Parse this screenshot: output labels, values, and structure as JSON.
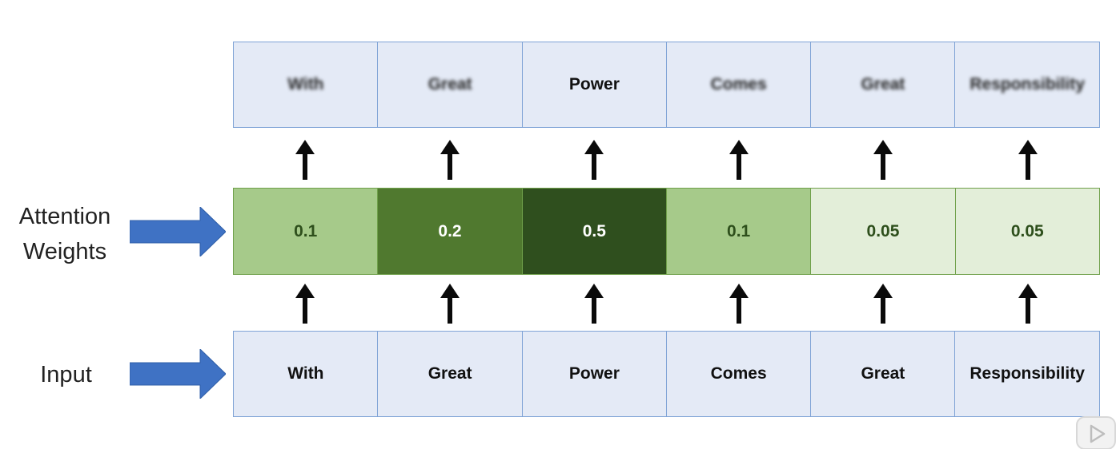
{
  "labels": {
    "attention_line1": "Attention",
    "attention_line2": "Weights",
    "input": "Input"
  },
  "output_tokens": [
    {
      "text": "With",
      "blurred": true
    },
    {
      "text": "Great",
      "blurred": true
    },
    {
      "text": "Power",
      "blurred": false
    },
    {
      "text": "Comes",
      "blurred": true
    },
    {
      "text": "Great",
      "blurred": true
    },
    {
      "text": "Responsibility",
      "blurred": true
    }
  ],
  "weights": [
    {
      "value": "0.1",
      "color": "#a6ca8a",
      "text_color": "#2e4f1c"
    },
    {
      "value": "0.2",
      "color": "#50792f",
      "text_color": "#ffffff"
    },
    {
      "value": "0.5",
      "color": "#2f4f1e",
      "text_color": "#ffffff"
    },
    {
      "value": "0.1",
      "color": "#a6ca8a",
      "text_color": "#2e4f1c"
    },
    {
      "value": "0.05",
      "color": "#e3eed9",
      "text_color": "#2e4f1c"
    },
    {
      "value": "0.05",
      "color": "#e3eed9",
      "text_color": "#2e4f1c"
    }
  ],
  "input_tokens": [
    "With",
    "Great",
    "Power",
    "Comes",
    "Great",
    "Responsibility"
  ],
  "colors": {
    "token_fill": "#e4eaf6",
    "token_border": "#7fa3d6",
    "side_arrow": "#3f72c4"
  },
  "icons": {
    "side_arrow": "arrow-right-icon",
    "flow_arrow": "arrow-up-icon",
    "player": "play-icon"
  }
}
